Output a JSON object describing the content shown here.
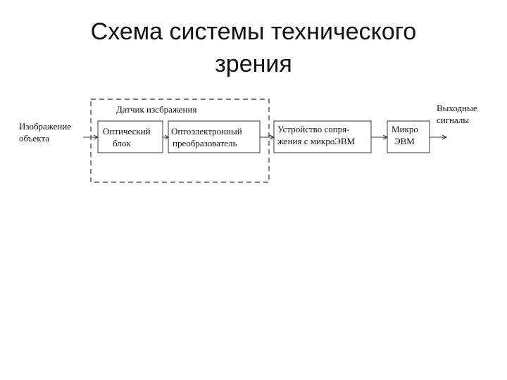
{
  "slide": {
    "title_line1": "Схема системы технического",
    "title_line2": "зрения"
  },
  "diagram": {
    "sensor_group_label": "Датчик изсбражения",
    "input_label_line1": "Изображение",
    "input_label_line2": "объекта",
    "optical_block_line1": "Оптический",
    "optical_block_line2": "блок",
    "converter_line1": "Оптоэлектронный",
    "converter_line2": "преобразователь",
    "interface_line1": "Устройство сопря-",
    "interface_line2": "жения с микроЭВМ",
    "computer_line1": "Микро",
    "computer_line2": "ЭВМ",
    "output_label_line1": "Выходные",
    "output_label_line2": "сигналы"
  }
}
